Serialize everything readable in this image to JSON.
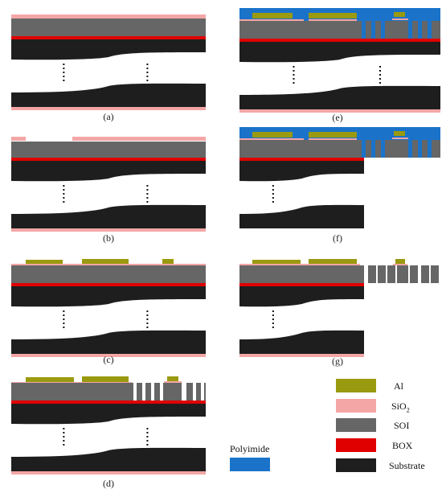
{
  "panels": [
    {
      "id": "a",
      "label": "(a)"
    },
    {
      "id": "b",
      "label": "(b)"
    },
    {
      "id": "c",
      "label": "(c)"
    },
    {
      "id": "d",
      "label": "(d)"
    },
    {
      "id": "e",
      "label": "(e)"
    },
    {
      "id": "f",
      "label": "(f)"
    },
    {
      "id": "g",
      "label": "(g)"
    }
  ],
  "legend": {
    "polyimide": {
      "label": "Polyimide",
      "color": "#1a73c9"
    },
    "al": {
      "label": "Al",
      "color": "#9a9a10"
    },
    "sio2": {
      "label_main": "SiO",
      "label_sub": "2",
      "color": "#f4a6a6"
    },
    "soi": {
      "label": "SOI",
      "color": "#666666"
    },
    "box": {
      "label": "BOX",
      "color": "#e00000"
    },
    "substrate": {
      "label": "Substrate",
      "color": "#1e1e1e"
    }
  }
}
